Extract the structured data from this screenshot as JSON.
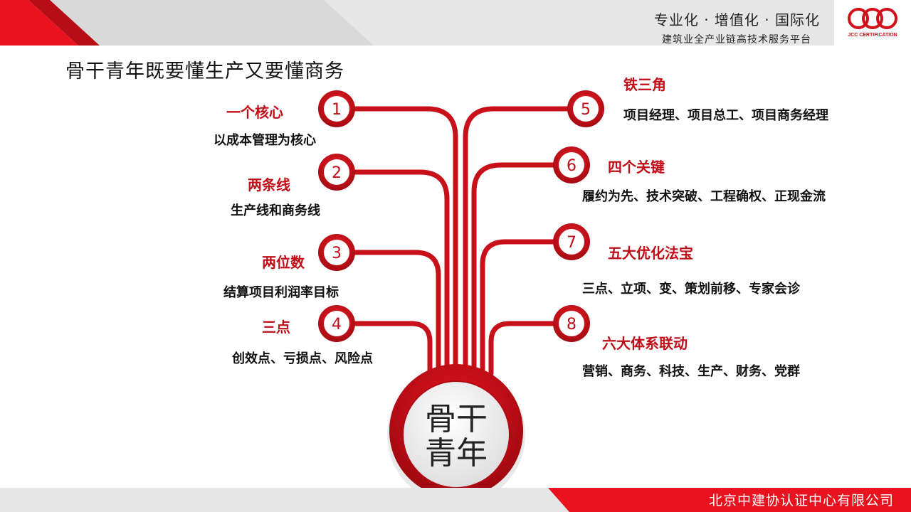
{
  "header": {
    "slogan": "专业化 · 增值化 · 国际化",
    "subtitle": "建筑业全产业链高技术服务平台",
    "logo_text": "JCC CERTIFICATION"
  },
  "title": "骨干青年既要懂生产又要懂商务",
  "center": {
    "line1": "骨干",
    "line2": "青年"
  },
  "items": [
    {
      "num": "1",
      "head": "一个核心",
      "desc": "以成本管理为核心"
    },
    {
      "num": "2",
      "head": "两条线",
      "desc": "生产线和商务线"
    },
    {
      "num": "3",
      "head": "两位数",
      "desc": "结算项目利润率目标"
    },
    {
      "num": "4",
      "head": "三点",
      "desc": "创效点、亏损点、风险点"
    },
    {
      "num": "5",
      "head": "铁三角",
      "desc": "项目经理、项目总工、项目商务经理"
    },
    {
      "num": "6",
      "head": "四个关键",
      "desc": "履约为先、技术突破、工程确权、正现金流"
    },
    {
      "num": "7",
      "head": "五大优化法宝",
      "desc": "三点、立项、变、策划前移、专家会诊"
    },
    {
      "num": "8",
      "head": "六大体系联动",
      "desc": "营销、商务、科技、生产、财务、党群"
    }
  ],
  "footer": {
    "company": "北京中建协认证中心有限公司"
  },
  "colors": {
    "accent": "#d0111b",
    "dark_red": "#a50a12",
    "gray_band": "#e6e6e6"
  }
}
